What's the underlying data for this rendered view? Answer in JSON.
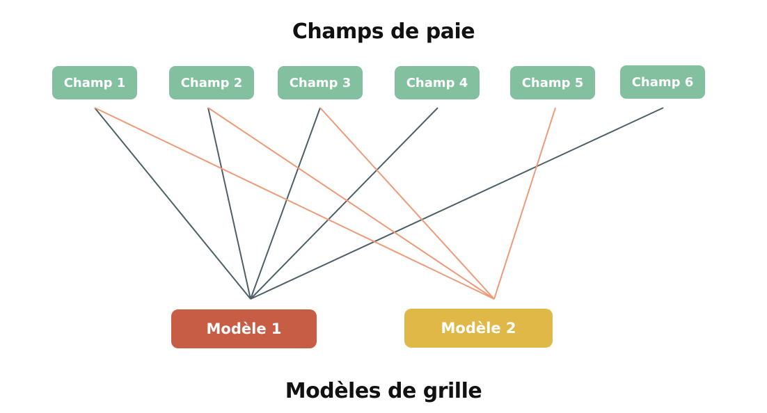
{
  "top_title": "Champs de paie",
  "bottom_title": "Modèles de grille",
  "colors": {
    "field": "#82C0A0",
    "template_1": "#C65D44",
    "template_2": "#E0B847",
    "link_template_1": "#4A6066",
    "link_template_2": "#EE9A78"
  },
  "fields": [
    {
      "id": "f1",
      "label": "Champ 1"
    },
    {
      "id": "f2",
      "label": "Champ 2"
    },
    {
      "id": "f3",
      "label": "Champ 3"
    },
    {
      "id": "f4",
      "label": "Champ 4"
    },
    {
      "id": "f5",
      "label": "Champ 5"
    },
    {
      "id": "f6",
      "label": "Champ 6"
    }
  ],
  "templates": [
    {
      "id": "t1",
      "label": "Modèle 1"
    },
    {
      "id": "t2",
      "label": "Modèle 2"
    }
  ],
  "links": [
    {
      "field": "f1",
      "template": "t1"
    },
    {
      "field": "f2",
      "template": "t1"
    },
    {
      "field": "f3",
      "template": "t1"
    },
    {
      "field": "f4",
      "template": "t1"
    },
    {
      "field": "f6",
      "template": "t1"
    },
    {
      "field": "f1",
      "template": "t2"
    },
    {
      "field": "f2",
      "template": "t2"
    },
    {
      "field": "f3",
      "template": "t2"
    },
    {
      "field": "f5",
      "template": "t2"
    }
  ]
}
